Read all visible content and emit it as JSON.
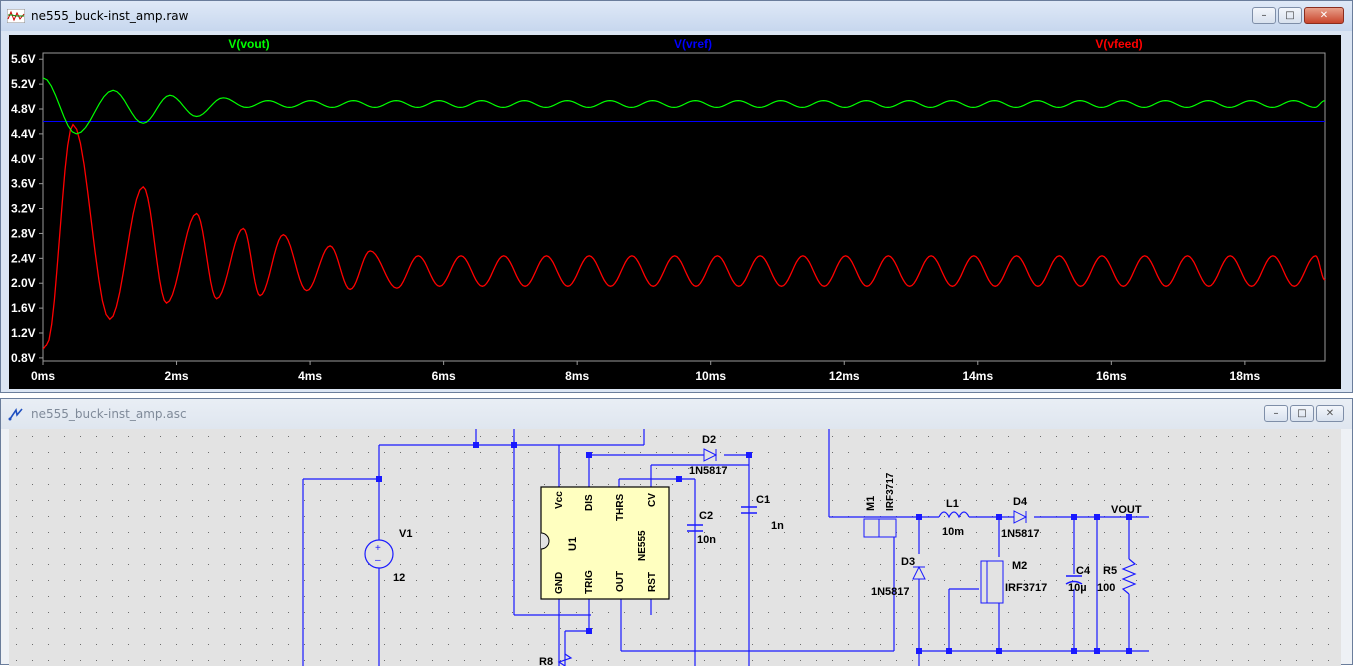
{
  "waveform_window": {
    "title": "ne555_buck-inst_amp.raw",
    "icon": "waveform-viewer-icon",
    "controls": {
      "minimize": "–",
      "maximize": "□",
      "close": "✕"
    }
  },
  "schematic_window": {
    "title": "ne555_buck-inst_amp.asc",
    "icon": "schematic-editor-icon",
    "controls": {
      "minimize": "–",
      "maximize": "□",
      "close": "✕"
    }
  },
  "chart_data": {
    "type": "line",
    "xlabel": "",
    "ylabel": "",
    "x_unit": "ms",
    "xlim": [
      0,
      19.2
    ],
    "ylim": [
      0.75,
      5.7
    ],
    "x_ticks": [
      "0ms",
      "2ms",
      "4ms",
      "6ms",
      "8ms",
      "10ms",
      "12ms",
      "14ms",
      "16ms",
      "18ms"
    ],
    "y_ticks": [
      "5.6V",
      "5.2V",
      "4.8V",
      "4.4V",
      "4.0V",
      "3.6V",
      "3.2V",
      "2.8V",
      "2.4V",
      "2.0V",
      "1.6V",
      "1.2V",
      "0.8V"
    ],
    "series": [
      {
        "name": "V(vout)",
        "color": "#00ff00",
        "start": 5.3,
        "settle": 4.88,
        "ripple": 0.055,
        "overshoot": [
          [
            0.5,
            4.4
          ],
          [
            1.05,
            5.1
          ],
          [
            1.5,
            4.57
          ],
          [
            1.9,
            5.02
          ],
          [
            2.3,
            4.68
          ],
          [
            2.7,
            4.98
          ]
        ]
      },
      {
        "name": "V(vref)",
        "color": "#0000ff",
        "value": 4.6
      },
      {
        "name": "V(vfeed)",
        "color": "#ff0000",
        "start": 0.95,
        "peaks": [
          [
            0.45,
            4.55
          ],
          [
            1.5,
            3.55
          ],
          [
            2.3,
            3.12
          ],
          [
            3.0,
            2.88
          ],
          [
            3.6,
            2.78
          ],
          [
            4.3,
            2.6
          ],
          [
            4.9,
            2.52
          ]
        ],
        "troughs": [
          [
            1.0,
            1.42
          ],
          [
            1.85,
            1.68
          ],
          [
            2.6,
            1.75
          ],
          [
            3.25,
            1.8
          ],
          [
            3.95,
            1.88
          ],
          [
            4.6,
            1.9
          ],
          [
            5.3,
            1.92
          ]
        ],
        "steady_high": 2.44,
        "steady_low": 1.95,
        "period": 0.64
      }
    ]
  },
  "schematic": {
    "components": [
      {
        "ref": "V1",
        "value": "12"
      },
      {
        "ref": "U1",
        "value": "NE555",
        "pins": [
          "Vcc",
          "DIS",
          "THRS",
          "CV",
          "GND",
          "TRIG",
          "OUT",
          "RST"
        ]
      },
      {
        "ref": "D2",
        "value": "1N5817"
      },
      {
        "ref": "C1",
        "value": "1n"
      },
      {
        "ref": "C2",
        "value": "10n"
      },
      {
        "ref": "M1",
        "value": "IRF3717"
      },
      {
        "ref": "L1",
        "value": "10m"
      },
      {
        "ref": "D4",
        "value": "1N5817"
      },
      {
        "ref": "D3",
        "value": "1N5817"
      },
      {
        "ref": "M2",
        "value": "IRF3717"
      },
      {
        "ref": "C4",
        "value": "10µ"
      },
      {
        "ref": "R5",
        "value": "100"
      },
      {
        "ref": "R8",
        "value": ""
      }
    ],
    "net_labels": [
      "VOUT"
    ]
  }
}
